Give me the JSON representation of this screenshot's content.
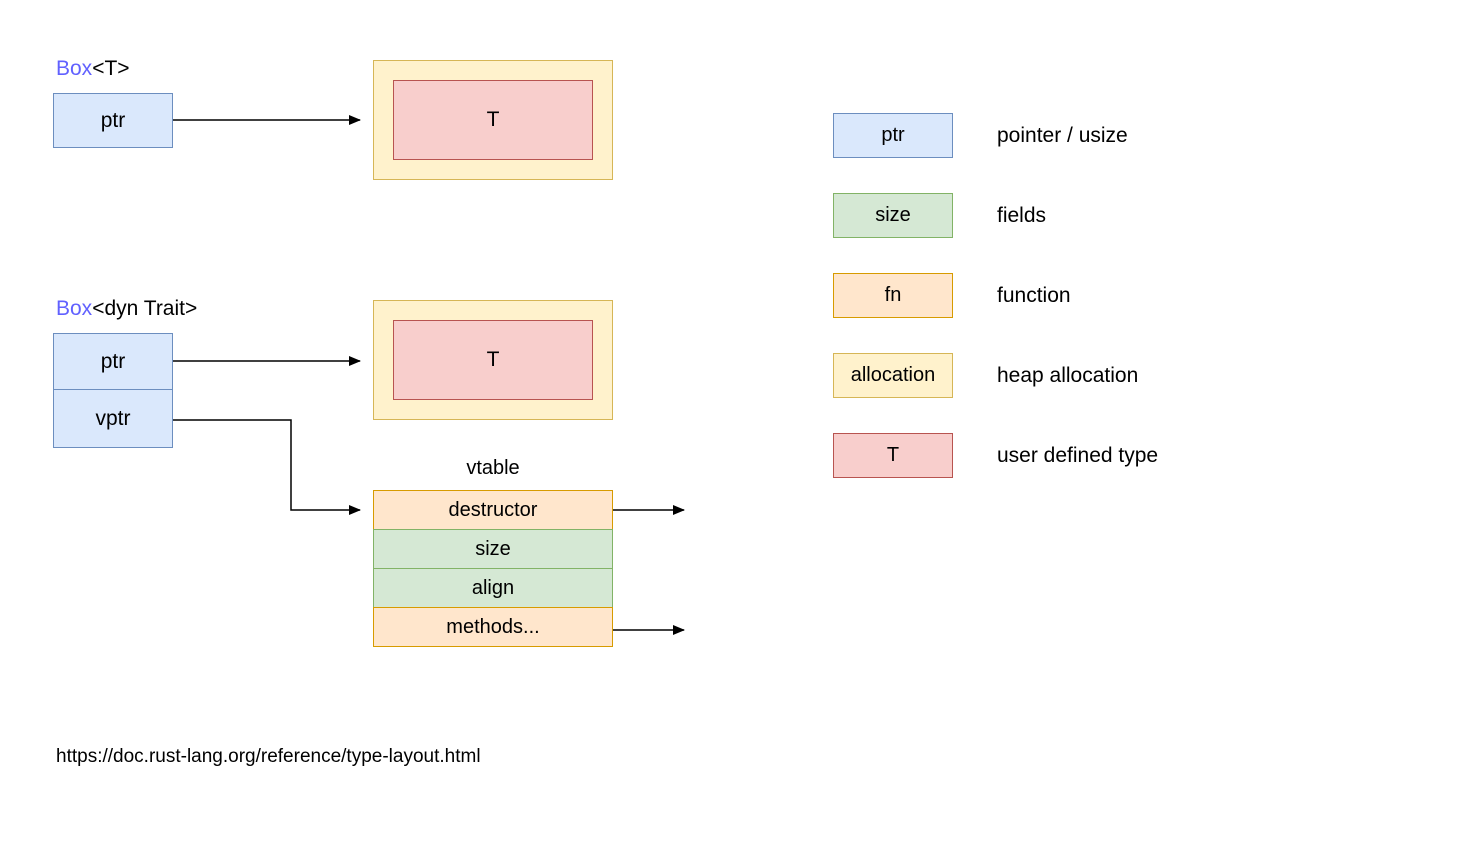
{
  "colors": {
    "blue_fill": "#dae8fc",
    "blue_border": "#6c8ebf",
    "green_fill": "#d5e8d4",
    "green_border": "#82b366",
    "orange_fill": "#ffe6cc",
    "orange_border": "#d79b00",
    "yellow_fill": "#fff2cc",
    "yellow_border": "#d6b656",
    "red_fill": "#f8cecc",
    "red_border": "#b85450",
    "box_text": "#6161ff",
    "connector": "#000000"
  },
  "diagram": {
    "box_t": {
      "title_prefix": "Box",
      "title_suffix": "<T>",
      "ptr_label": "ptr",
      "alloc_label": "T"
    },
    "box_dyn": {
      "title_prefix": "Box",
      "title_suffix": "<dyn Trait>",
      "ptr_label": "ptr",
      "vptr_label": "vptr",
      "alloc_label": "T"
    },
    "vtable": {
      "title": "vtable",
      "rows": [
        {
          "label": "destructor",
          "kind": "fn"
        },
        {
          "label": "size",
          "kind": "field"
        },
        {
          "label": "align",
          "kind": "field"
        },
        {
          "label": "methods...",
          "kind": "fn"
        }
      ]
    },
    "legend": {
      "items": [
        {
          "swatch_label": "ptr",
          "label": "pointer / usize"
        },
        {
          "swatch_label": "size",
          "label": "fields"
        },
        {
          "swatch_label": "fn",
          "label": "function"
        },
        {
          "swatch_label": "allocation",
          "label": "heap allocation"
        },
        {
          "swatch_label": "T",
          "label": "user defined type"
        }
      ]
    },
    "footer_url": "https://doc.rust-lang.org/reference/type-layout.html"
  }
}
